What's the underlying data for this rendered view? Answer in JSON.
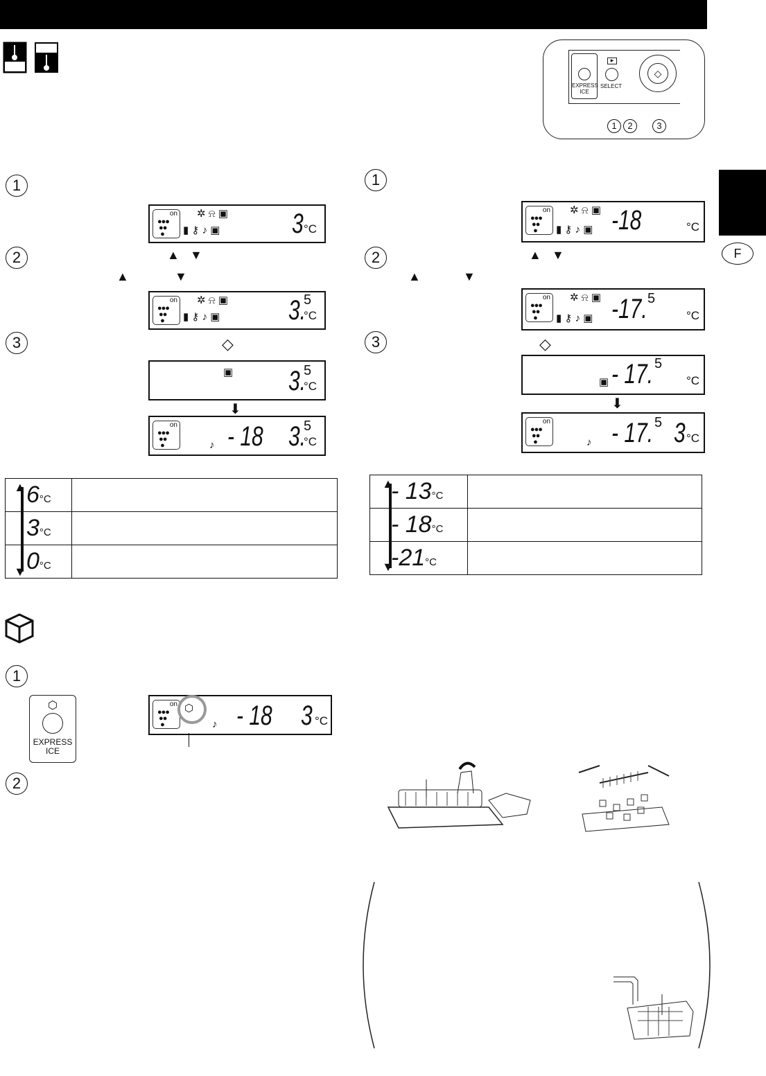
{
  "panel": {
    "express_label": "EXPRESS ICE",
    "select_label": "SELECT",
    "callouts": [
      "1",
      "2",
      "3"
    ]
  },
  "side_tab": {
    "letter": "F"
  },
  "steps": [
    "1",
    "2",
    "3"
  ],
  "lcd": {
    "on": "on",
    "unit": "°C",
    "grapes": "●●●\n ●●\n  ●"
  },
  "fridge": {
    "d1": {
      "main": "3"
    },
    "d2": {
      "main": "3.",
      "sup": "5"
    },
    "d3": {
      "main": "3.",
      "sup": "5"
    },
    "d4": {
      "freezer": "- 18",
      "main": "3.",
      "sup": "5"
    }
  },
  "freezer": {
    "d1": {
      "main": "-18"
    },
    "d2": {
      "main": "-17.",
      "sup": "5"
    },
    "d3": {
      "main": "- 17.",
      "sup": "5"
    },
    "d4": {
      "main": "- 17.",
      "sup": "5",
      "fridge": "3"
    }
  },
  "fridge_table": [
    {
      "value": "6"
    },
    {
      "value": "3"
    },
    {
      "value": "0"
    }
  ],
  "freezer_table": [
    {
      "value": "- 13"
    },
    {
      "value": "- 18"
    },
    {
      "value": "-21"
    }
  ],
  "express": {
    "freezer": "- 18",
    "fridge": "3"
  }
}
